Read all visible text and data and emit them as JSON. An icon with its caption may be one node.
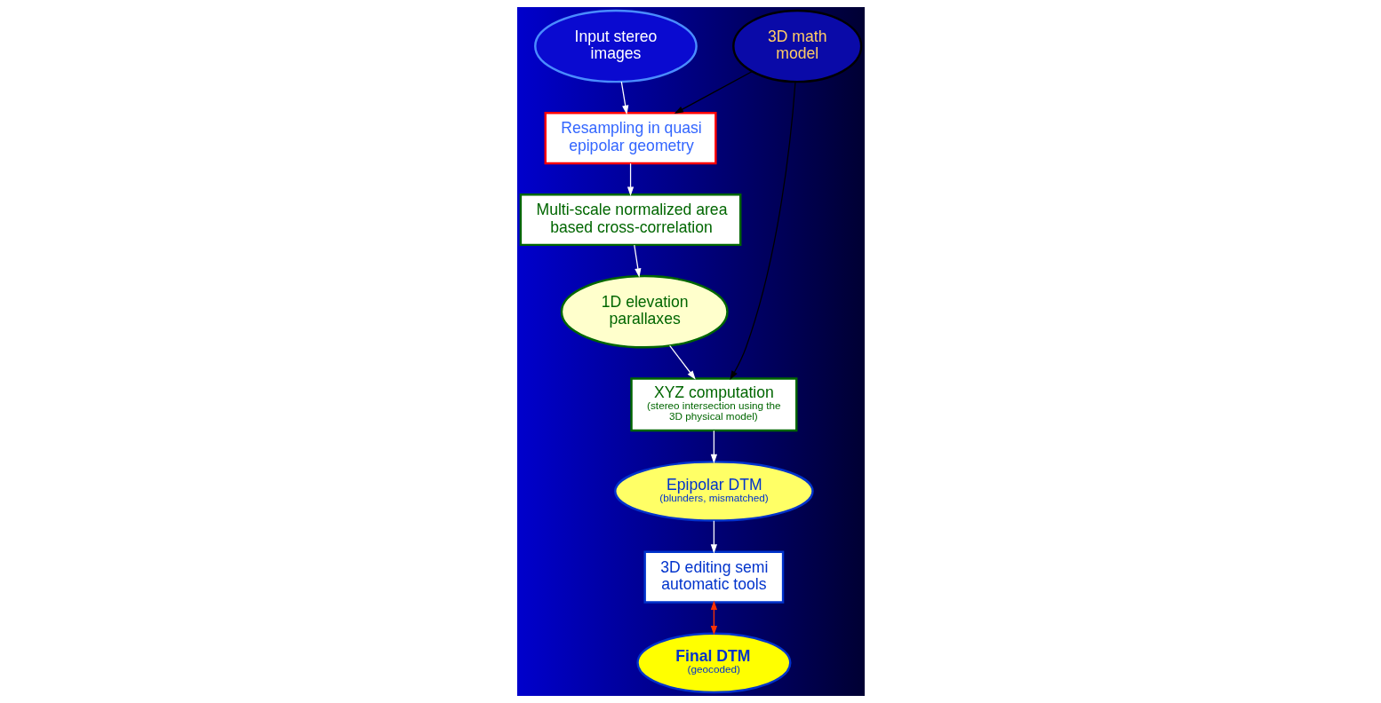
{
  "diagram": {
    "nodes": [
      {
        "text": [
          "Input stereo images"
        ]
      },
      {
        "text": [
          "Resampling in quasi epipolar geometry"
        ]
      },
      {
        "text": [
          "Multi-scale normalized area based cross-correlation"
        ]
      },
      {
        "text": [
          "1D elevation parallaxes"
        ]
      },
      {
        "text": [
          "3D math model"
        ]
      },
      {
        "text": [
          "XYZ computation",
          "(stereo intersection using the 3D physical model)"
        ]
      },
      {
        "text": [
          "Epipolar DTM",
          "(blunders, mismatched)"
        ]
      },
      {
        "text": [
          "3D editing semi automatic tools"
        ]
      },
      {
        "text": [
          "Final DTM",
          "(geocoded)"
        ]
      }
    ],
    "edges": [
      {
        "from": 0,
        "to": 1,
        "arrow": "to"
      },
      {
        "from": 4,
        "to": 1,
        "arrow": "to",
        "color": "#000000"
      },
      {
        "from": 1,
        "to": 2,
        "arrow": "to"
      },
      {
        "from": 4,
        "to": 5,
        "arrow": "to",
        "color": "#000000"
      },
      {
        "from": 2,
        "to": 3,
        "arrow": "to"
      },
      {
        "from": 3,
        "to": 5,
        "arrow": "to"
      },
      {
        "from": 5,
        "to": 6,
        "arrow": "to"
      },
      {
        "from": 6,
        "to": 7,
        "arrow": "to"
      },
      {
        "from": 7,
        "to": 8,
        "arrow": "both",
        "color": "#ff3300"
      }
    ]
  }
}
